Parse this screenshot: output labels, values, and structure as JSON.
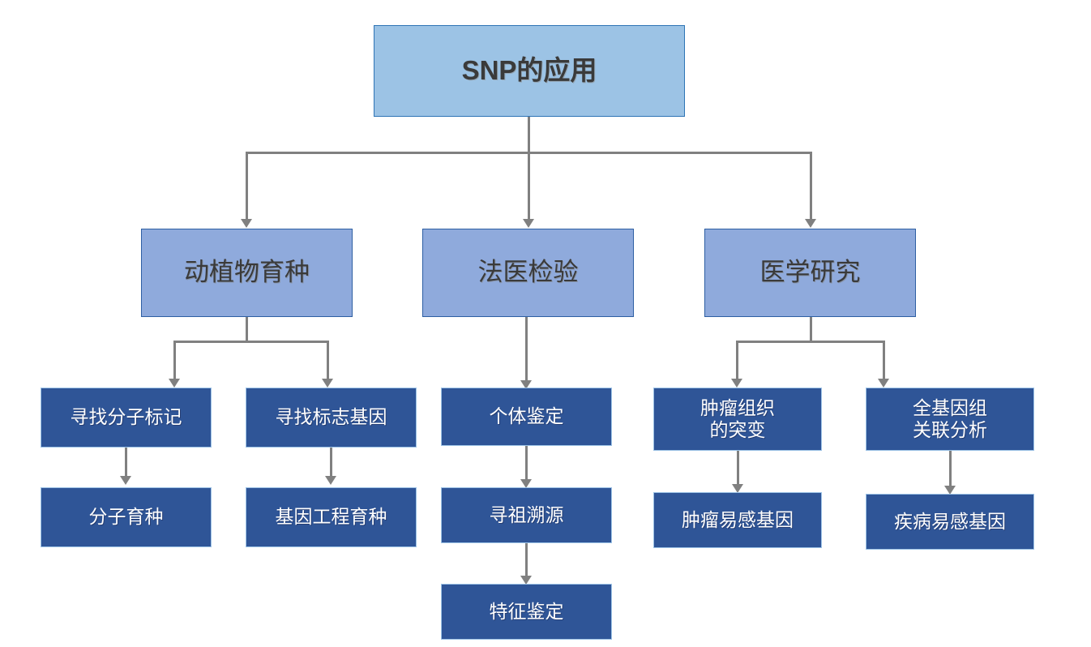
{
  "diagram": {
    "title_node": {
      "label": "SNP的应用"
    },
    "categories": [
      {
        "id": "breeding",
        "label": "动植物育种"
      },
      {
        "id": "forensic",
        "label": "法医检验"
      },
      {
        "id": "medical",
        "label": "医学研究"
      }
    ],
    "leaves": [
      {
        "id": "find-molecular-marker",
        "label": "寻找分子标记"
      },
      {
        "id": "molecular-breeding",
        "label": "分子育种"
      },
      {
        "id": "find-marker-gene",
        "label": "寻找标志基因"
      },
      {
        "id": "gene-engineering-breeding",
        "label": "基因工程育种"
      },
      {
        "id": "individual-id",
        "label": "个体鉴定"
      },
      {
        "id": "ancestry-tracing",
        "label": "寻祖溯源"
      },
      {
        "id": "trait-id",
        "label": "特征鉴定"
      },
      {
        "id": "tumor-tissue-mutation",
        "label": "肿瘤组织\n的突变"
      },
      {
        "id": "tumor-susceptibility-gene",
        "label": "肿瘤易感基因"
      },
      {
        "id": "gwas",
        "label": "全基因组\n关联分析"
      },
      {
        "id": "disease-susceptibility-gene",
        "label": "疾病易感基因"
      }
    ],
    "colors": {
      "root_fill": "#9CC3E5",
      "root_border": "#2E74B5",
      "category_fill": "#8FAADC",
      "category_border": "#2E5FA3",
      "leaf_fill": "#2F5597",
      "leaf_border": "#9DC3E6",
      "connector": "#808080",
      "leaf_text": "#FFFFFF",
      "dark_text": "#3A3A3A",
      "background": "#FFFFFF"
    }
  }
}
